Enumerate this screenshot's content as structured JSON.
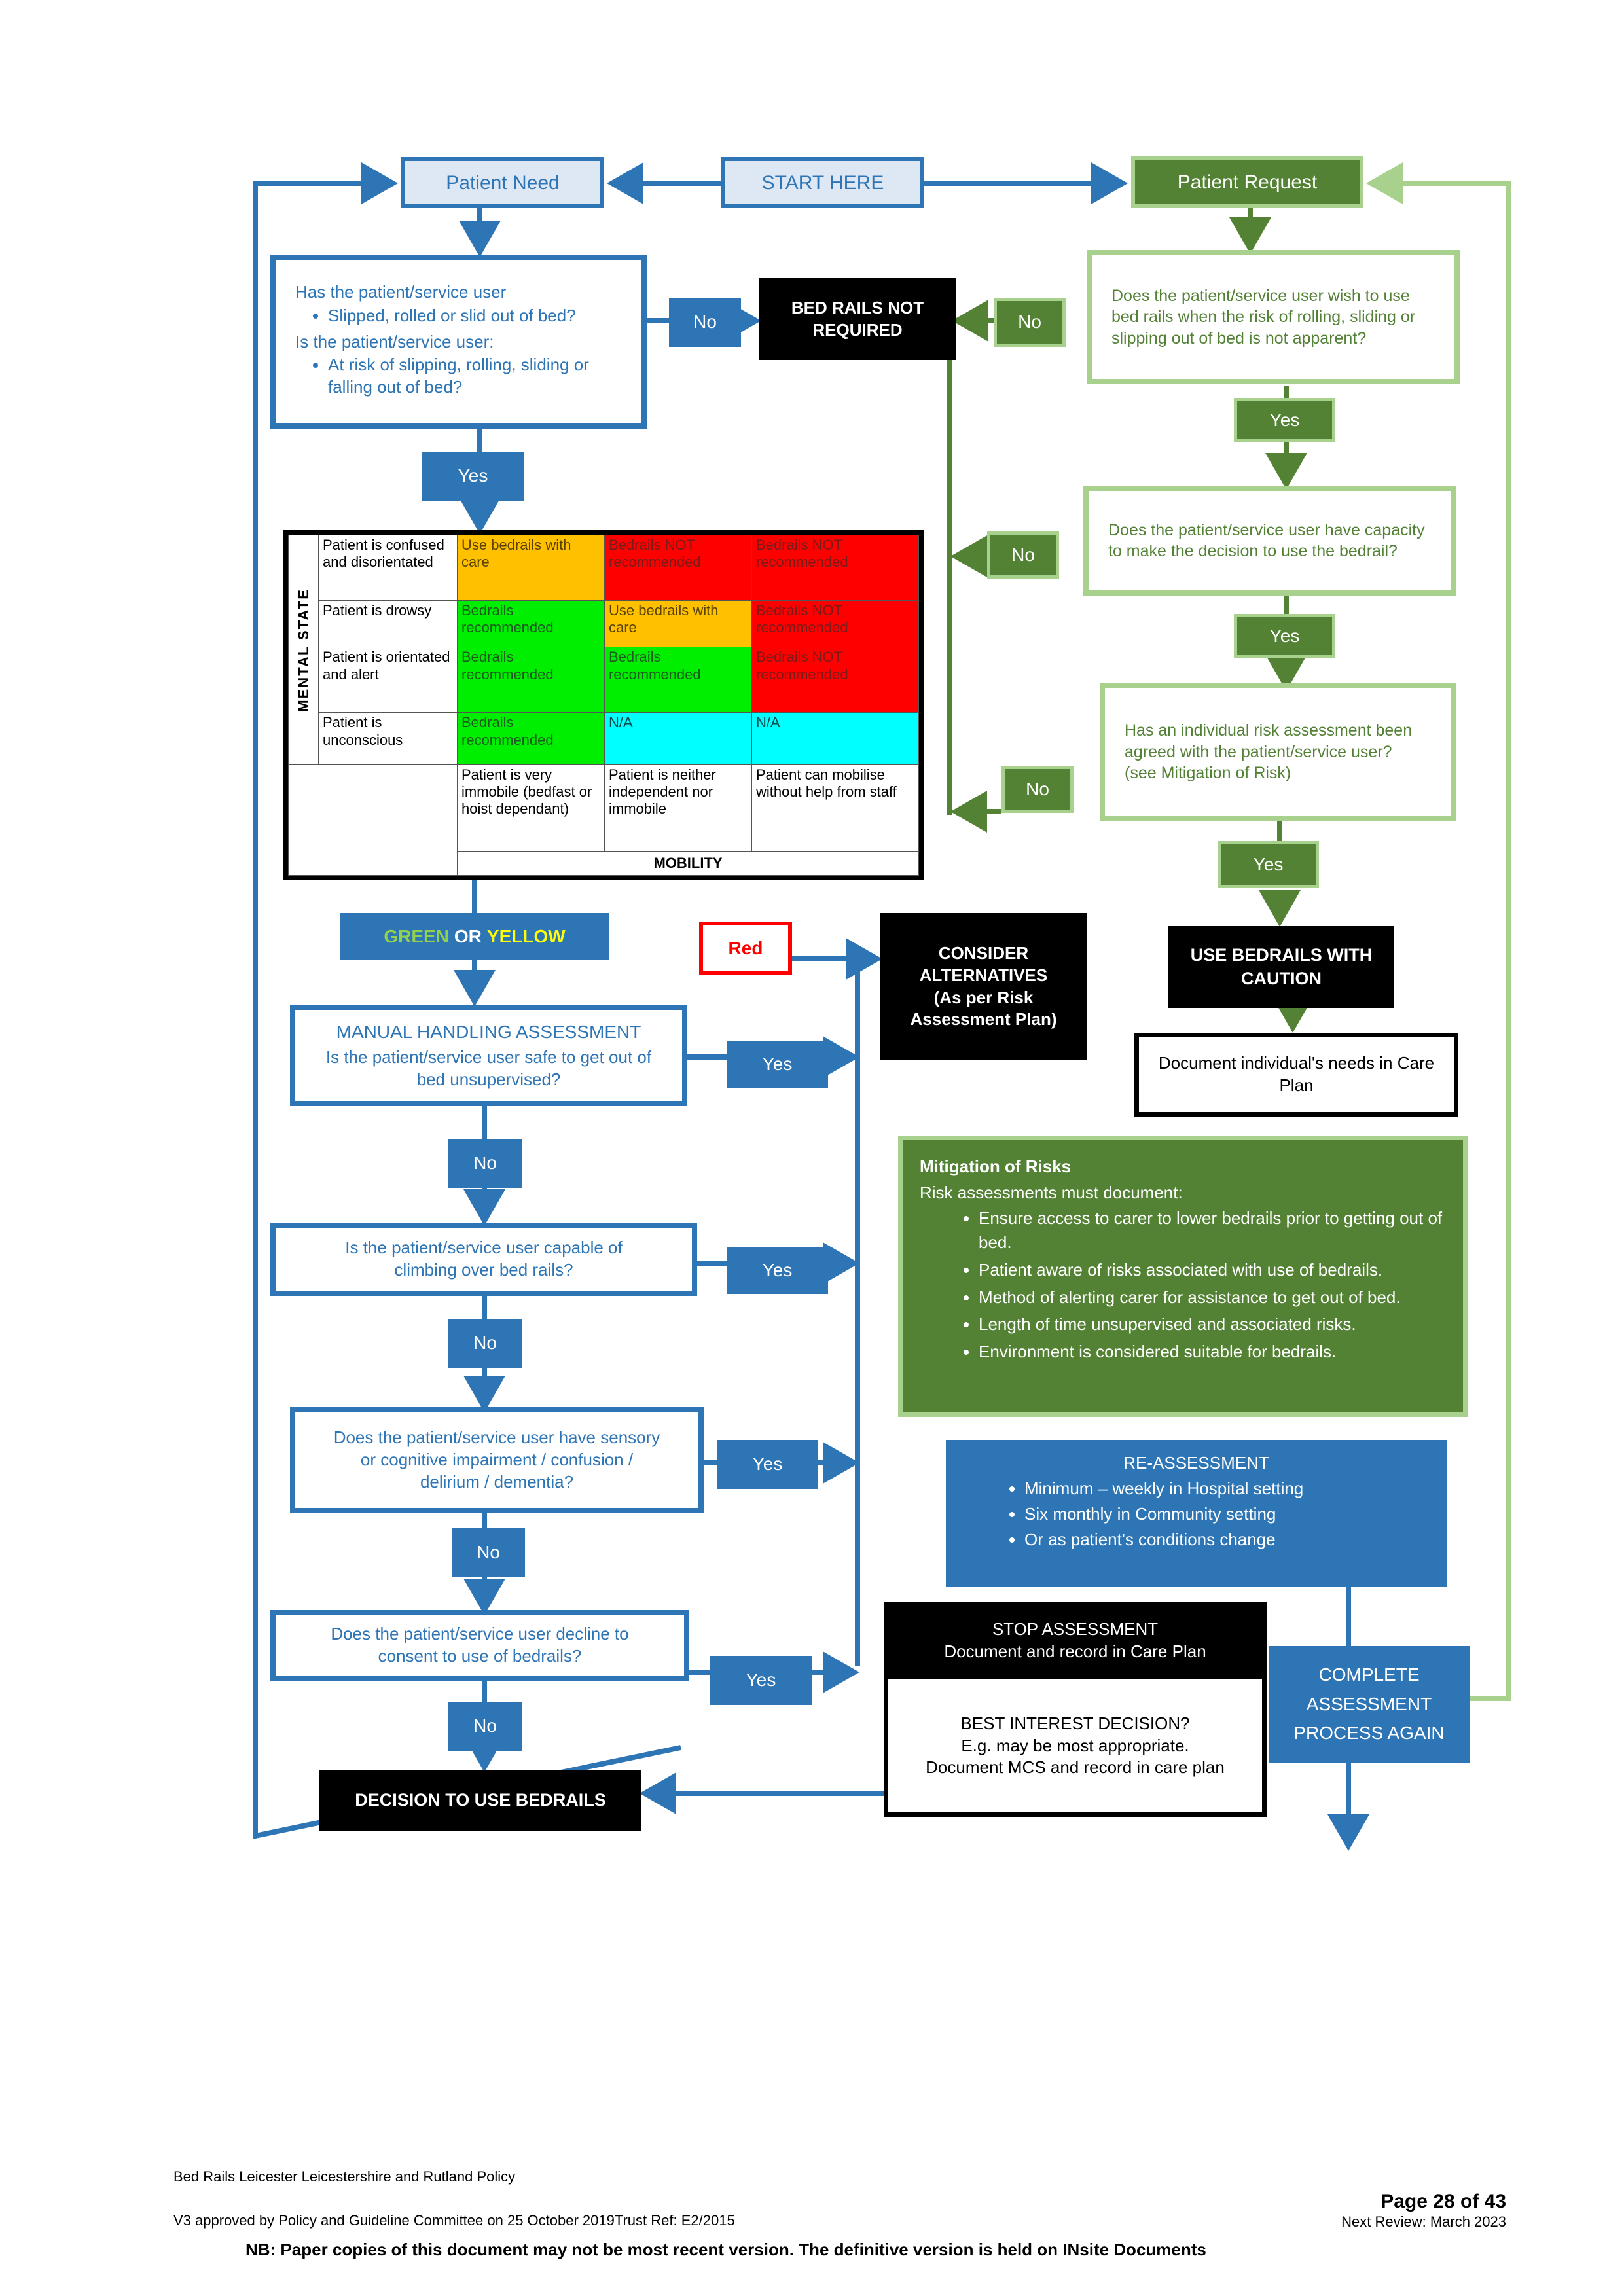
{
  "top": {
    "patient_need": "Patient  Need",
    "start_here": "START  HERE",
    "patient_request": "Patient  Request"
  },
  "q1": {
    "line1": "Has the patient/service  user",
    "bullet1": "Slipped, rolled  or slid out of bed?",
    "line2": "Is the patient/service user:",
    "bullet2": "At risk of slipping, rolling, sliding or falling out of bed?"
  },
  "bed_rails_not_required": "BED RAILS NOT REQUIRED",
  "q_wish": "Does the patient/service  user wish to use bed rails  when  the risk of rolling, sliding or slipping out of bed is not apparent?",
  "q_capacity": "Does the patient/service  user have capacity  to make  the decision to use the bedrail?",
  "q_risk": {
    "line1": "Has an individual risk assessment been agreed  with  the patient/service  user?",
    "line2": "(see Mitigation  of Risk)"
  },
  "labels": {
    "yes": "Yes",
    "no": "No",
    "red": "Red"
  },
  "matrix": {
    "side_label": "MENTAL STATE",
    "rows": [
      {
        "state": "Patient is confused and disorientated",
        "cells": [
          "Use bedrails with care",
          "Bedrails NOT recommended",
          "Bedrails NOT recommended"
        ]
      },
      {
        "state": "Patient is drowsy",
        "cells": [
          "Bedrails recommended",
          "Use bedrails with care",
          "Bedrails NOT recommended"
        ]
      },
      {
        "state": "Patient is orientated and alert",
        "cells": [
          "Bedrails recommended",
          "Bedrails recommended",
          "Bedrails NOT recommended"
        ]
      },
      {
        "state": "Patient is unconscious",
        "cells": [
          "Bedrails recommended",
          "N/A",
          "N/A"
        ]
      }
    ],
    "columns": [
      "Patient is very immobile (bedfast or hoist dependant)",
      "Patient is neither independent nor immobile",
      "Patient can mobilise without help from staff"
    ],
    "axis_label": "MOBILITY"
  },
  "green_or_yellow": {
    "green": "GREEN",
    "or": "OR",
    "yellow": "YELLOW"
  },
  "consider_alternatives": {
    "line1": "CONSIDER ALTERNATIVES",
    "line2": "(As per Risk Assessment Plan)"
  },
  "use_bedrails_caution": "USE BEDRAILS WITH CAUTION",
  "document_needs": "Document individual's needs in Care Plan",
  "manual_handling": {
    "title": "MANUAL HANDLING ASSESSMENT",
    "question": "Is the patient/service user safe to get out of bed unsupervised?"
  },
  "q_climbing": "Is the patient/service user capable of climbing over bed rails?",
  "q_sensory": "Does the patient/service  user have sensory or cognitive impairment  / confusion / delirium / dementia?",
  "q_decline": "Does the patient/service  user decline to consent to use of bedrails?",
  "decision_bedrails": "DECISION  TO USE BEDRAILS",
  "mitigation": {
    "title": "Mitigation  of Risks",
    "intro": "Risk assessments must document:",
    "items": [
      "Ensure access to carer to lower bedrails prior to getting out of bed.",
      "Patient aware  of risks associated with use of bedrails.",
      "Method of alerting  carer for assistance to get  out of bed.",
      "Length  of time unsupervised and associated risks.",
      "Environment  is considered suitable for bedrails."
    ]
  },
  "reassessment": {
    "title": "RE-ASSESSMENT",
    "items": [
      "Minimum – weekly  in Hospital setting",
      "Six monthly in Community setting",
      "Or as patient's conditions change"
    ]
  },
  "stop_assessment": {
    "line1": "STOP  ASSESSMENT",
    "line2": "Document and record  in Care Plan"
  },
  "best_interest": {
    "title": "BEST INTEREST  DECISION?",
    "line1": "E.g. may be most appropriate.",
    "line2": "Document MCS and record in care plan"
  },
  "complete_again": "COMPLETE ASSESSMENT PROCESS AGAIN",
  "footer": {
    "policy": "Bed Rails Leicester Leicestershire and Rutland Policy",
    "approval": "V3 approved by Policy and Guideline Committee on 25 October 2019Trust Ref: E2/2015",
    "page": "Page 28 of 43",
    "next_review": "Next Review: March 2023",
    "nb": "NB: Paper copies of this document may not be most recent version.  The definitive version is held on INsite Documents"
  }
}
